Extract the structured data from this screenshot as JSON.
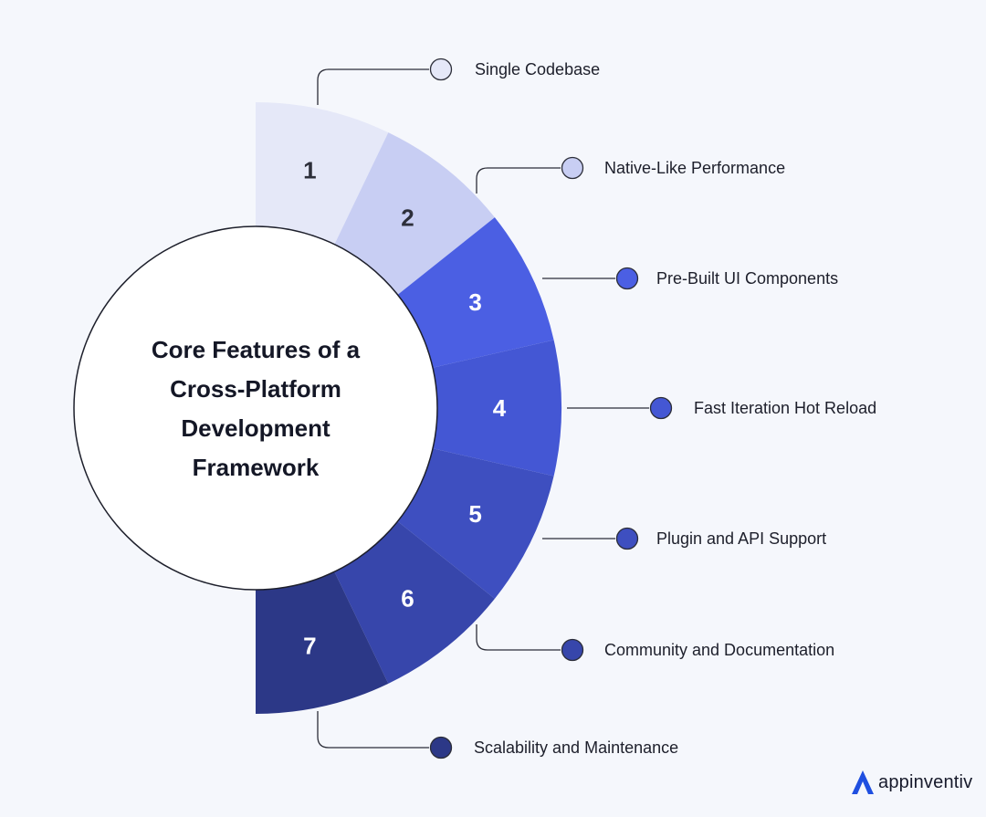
{
  "center_title": [
    "Core Features of a",
    "Cross-Platform",
    "Development",
    "Framework"
  ],
  "features": [
    {
      "number": "1",
      "label": "Single Codebase",
      "color": "#e5e8f8",
      "number_color": "#2d2f3a"
    },
    {
      "number": "2",
      "label": "Native-Like Performance",
      "color": "#c8cef3",
      "number_color": "#2d2f3a"
    },
    {
      "number": "3",
      "label": "Pre-Built UI Components",
      "color": "#4b5fe3",
      "number_color": "#ffffff"
    },
    {
      "number": "4",
      "label": "Fast Iteration Hot Reload",
      "color": "#4457d4",
      "number_color": "#ffffff"
    },
    {
      "number": "5",
      "label": "Plugin and API Support",
      "color": "#3e4fc0",
      "number_color": "#ffffff"
    },
    {
      "number": "6",
      "label": "Community and Documentation",
      "color": "#3746ab",
      "number_color": "#ffffff"
    },
    {
      "number": "7",
      "label": "Scalability and Maintenance",
      "color": "#2c3887",
      "number_color": "#ffffff"
    }
  ],
  "connector_color": "#2b2d38",
  "brand": {
    "name": "appinventiv",
    "logo_color": "#1f4fe0",
    "icon": "appinventiv-logo-icon"
  }
}
